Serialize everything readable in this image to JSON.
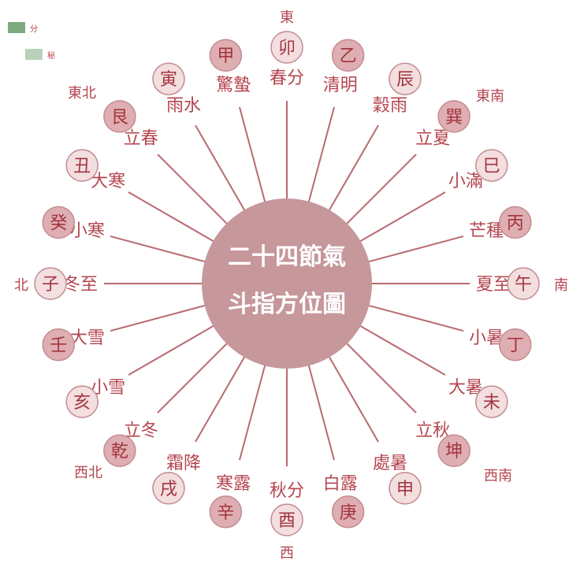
{
  "center": {
    "line1": "二十四節氣",
    "line2": "斗指方位圖"
  },
  "colors": {
    "text": "#b5454f",
    "line": "#b86a70",
    "center_fill": "#c6979b",
    "center_text": "#ffffff",
    "circle_fill_light": "#f3dee0",
    "circle_fill_mid": "#dfaeb2",
    "circle_stroke": "#c28c90",
    "circle_text": "#a2353f"
  },
  "solar_terms": [
    "春分",
    "清明",
    "穀雨",
    "立夏",
    "小滿",
    "芒種",
    "夏至",
    "小暑",
    "大暑",
    "立秋",
    "處暑",
    "白露",
    "秋分",
    "寒露",
    "霜降",
    "立冬",
    "小雪",
    "大雪",
    "冬至",
    "小寒",
    "大寒",
    "立春",
    "雨水",
    "驚蟄"
  ],
  "direction_markers": [
    "卯",
    "乙",
    "辰",
    "巽",
    "巳",
    "丙",
    "午",
    "丁",
    "未",
    "坤",
    "申",
    "庚",
    "酉",
    "辛",
    "戌",
    "乾",
    "亥",
    "壬",
    "子",
    "癸",
    "丑",
    "艮",
    "寅",
    "甲"
  ],
  "compass_labels": {
    "east": "東",
    "south": "南",
    "west": "西",
    "north": "北",
    "southeast": "東南",
    "southwest": "西南",
    "northwest": "西北",
    "northeast": "東北"
  },
  "corner_legend": [
    "分",
    "秘"
  ]
}
